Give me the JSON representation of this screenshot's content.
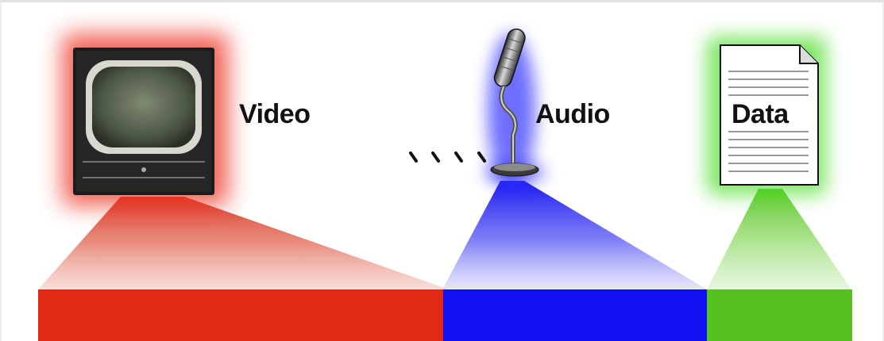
{
  "labels": {
    "video": "Video",
    "audio": "Audio",
    "data": "Data"
  },
  "colors": {
    "video": "#e02a12",
    "audio": "#1010f0",
    "data": "#55c21f"
  },
  "icons": {
    "video": "television-icon",
    "audio": "microphone-icon",
    "data": "document-icon"
  }
}
